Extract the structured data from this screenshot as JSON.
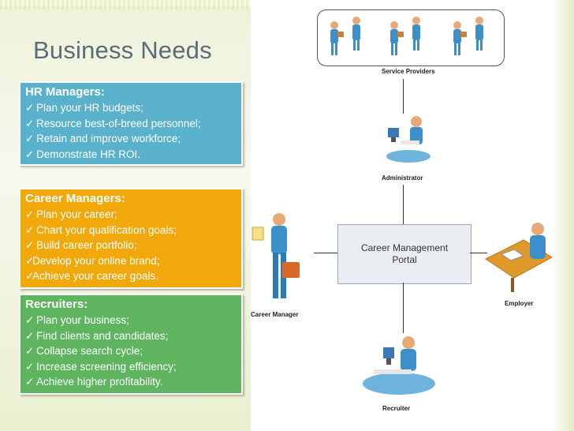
{
  "title": "Business Needs",
  "boxes": {
    "hr": {
      "heading": "HR Managers:",
      "items": [
        "Plan your HR budgets;",
        "Resource best-of-breed personnel;",
        "Retain and improve workforce;",
        "Demonstrate HR ROI."
      ]
    },
    "career": {
      "heading": "Career Managers:",
      "items": [
        "Plan your career;",
        "Chart your qualification goals;",
        "Build career portfolio;",
        "Develop your online brand;",
        "Achieve your career goals."
      ]
    },
    "recruiters": {
      "heading": "Recruiters:",
      "items": [
        "Plan your business;",
        "Find clients and candidates;",
        "Collapse search cycle;",
        "Increase screening efficiency;",
        "Achieve higher profitability."
      ]
    }
  },
  "diagram": {
    "service_providers": "Service Providers",
    "administrator": "Administrator",
    "portal": "Career Management Portal",
    "portal_line1": "Career Management",
    "portal_line2": "Portal",
    "career_manager": "Career Manager",
    "employer": "Employer",
    "recruiter": "Recruiter"
  },
  "colors": {
    "hr": "#5ab1cc",
    "career": "#f0a80b",
    "recruiters": "#5fb45f",
    "title": "#5c6b7a"
  }
}
